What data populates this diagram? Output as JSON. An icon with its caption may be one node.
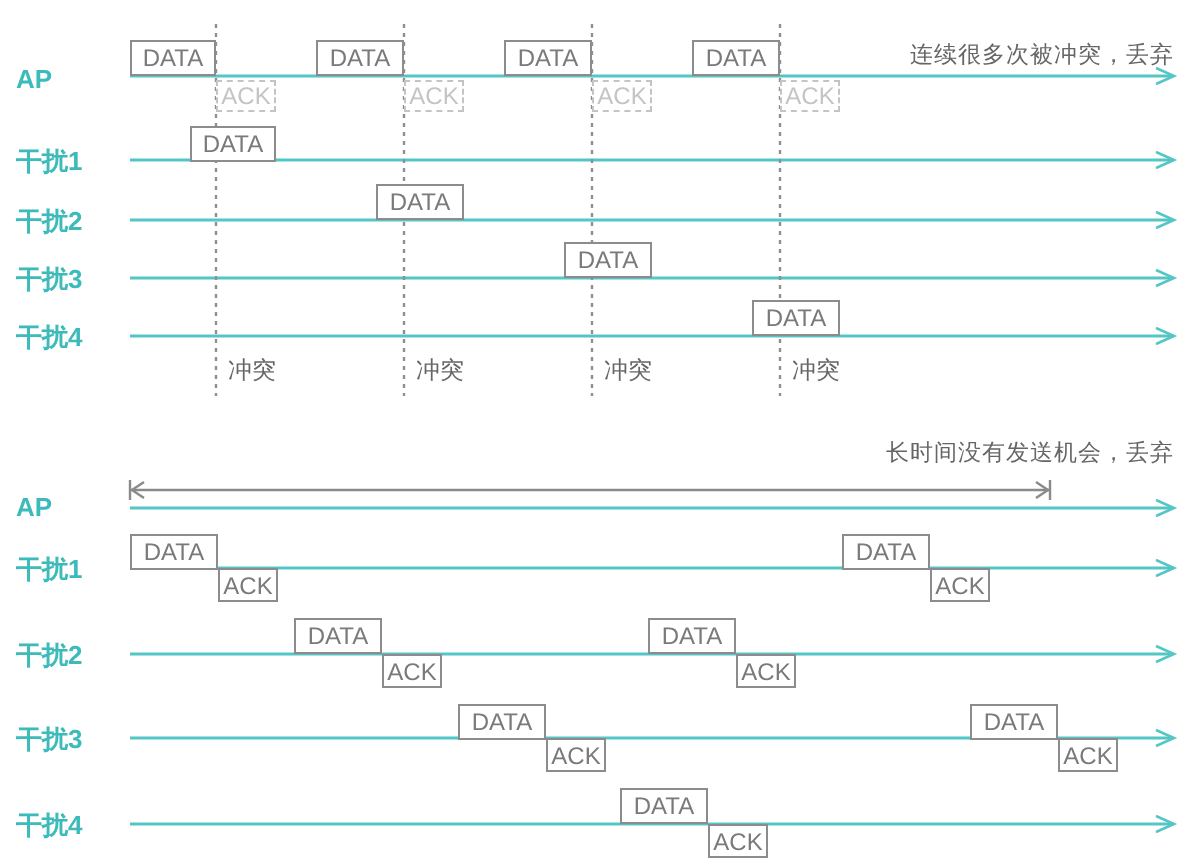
{
  "diagram": {
    "nodes": [
      {
        "text": [
          "DATA"
        ]
      },
      {
        "text": [
          "ACK"
        ]
      },
      {
        "text": [
          "DATA"
        ]
      },
      {
        "text": [
          "ACK"
        ]
      },
      {
        "text": [
          "DATA"
        ]
      },
      {
        "text": [
          "ACK"
        ]
      },
      {
        "text": [
          "DATA"
        ]
      },
      {
        "text": [
          "ACK"
        ]
      },
      {
        "text": [
          "DATA"
        ]
      },
      {
        "text": [
          "DATA"
        ]
      },
      {
        "text": [
          "DATA"
        ]
      },
      {
        "text": [
          "DATA"
        ]
      },
      {
        "text": [
          "DATA"
        ]
      },
      {
        "text": [
          "ACK"
        ]
      },
      {
        "text": [
          "DATA"
        ]
      },
      {
        "text": [
          "ACK"
        ]
      },
      {
        "text": [
          "DATA"
        ]
      },
      {
        "text": [
          "ACK"
        ]
      },
      {
        "text": [
          "DATA"
        ]
      },
      {
        "text": [
          "ACK"
        ]
      },
      {
        "text": [
          "DATA"
        ]
      },
      {
        "text": [
          "ACK"
        ]
      },
      {
        "text": [
          "DATA"
        ]
      },
      {
        "text": [
          "ACK"
        ]
      },
      {
        "text": [
          "DATA"
        ]
      },
      {
        "text": [
          "ACK"
        ]
      }
    ],
    "labels": [
      "连续很多次被冲突，丢弃",
      "AP",
      "干扰1",
      "干扰2",
      "干扰3",
      "干扰4",
      "冲突",
      "冲突",
      "冲突",
      "冲突",
      "长时间没有发送机会，丢弃",
      "AP",
      "干扰1",
      "干扰2",
      "干扰3",
      "干扰4"
    ]
  }
}
